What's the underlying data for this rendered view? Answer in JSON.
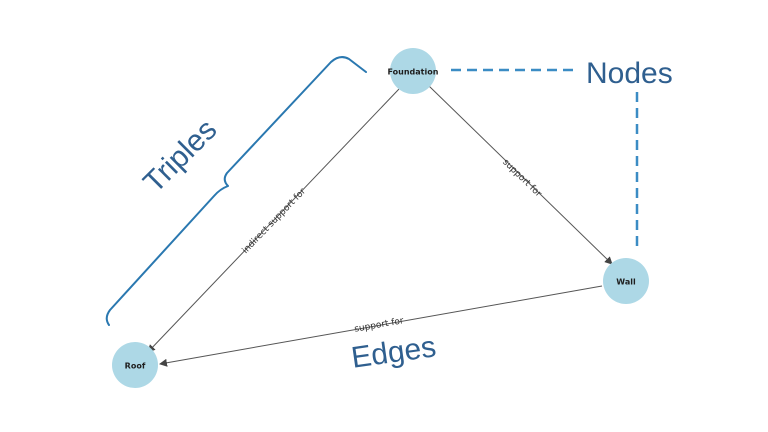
{
  "colors": {
    "node_fill": "#add8e6",
    "edge": "#555555",
    "annotation": "#2f5f8f",
    "brace": "#2a78b0",
    "dashed": "#3b8cc4"
  },
  "nodes": {
    "foundation": "Foundation",
    "wall": "Wall",
    "roof": "Roof"
  },
  "edges": {
    "foundation_wall": "support for",
    "foundation_roof": "indirect support for",
    "wall_roof": "support for"
  },
  "annotations": {
    "nodes": "Nodes",
    "edges": "Edges",
    "triples": "Triples"
  }
}
